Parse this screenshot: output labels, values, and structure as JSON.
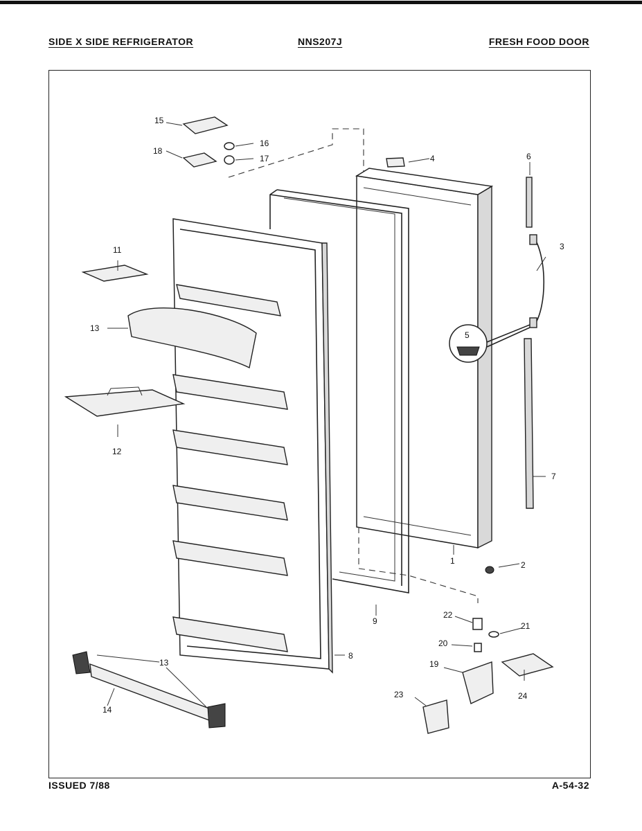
{
  "header": {
    "left": "SIDE X SIDE REFRIGERATOR",
    "center": "NNS207J",
    "right": "FRESH FOOD DOOR"
  },
  "footer": {
    "issued": "ISSUED 7/88",
    "page_code": "A-54-32"
  },
  "callouts": {
    "c1": "1",
    "c2": "2",
    "c3": "3",
    "c4": "4",
    "c5": "5",
    "c6": "6",
    "c7": "7",
    "c8": "8",
    "c9": "9",
    "c11": "11",
    "c12": "12",
    "c13a": "13",
    "c13b": "13",
    "c14": "14",
    "c15": "15",
    "c16": "16",
    "c17": "17",
    "c18": "18",
    "c19": "19",
    "c20": "20",
    "c21": "21",
    "c22": "22",
    "c23": "23",
    "c24": "24"
  }
}
